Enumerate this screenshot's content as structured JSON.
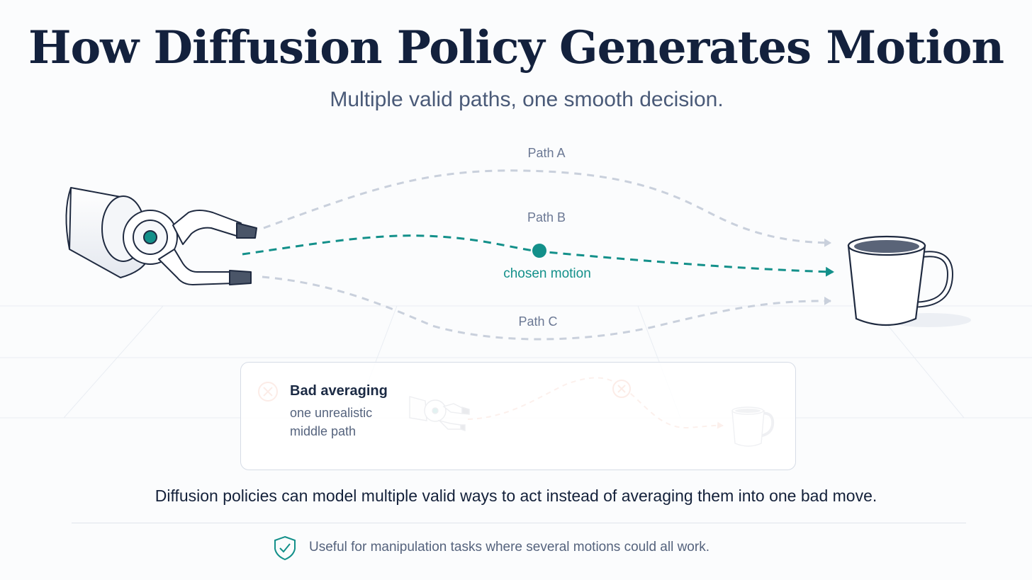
{
  "title": "How Diffusion Policy Generates Motion",
  "subtitle": "Multiple valid paths, one smooth decision.",
  "paths": {
    "a_label": "Path A",
    "b_label": "Path B",
    "c_label": "Path C",
    "chosen_label": "chosen motion"
  },
  "colors": {
    "title": "#13213d",
    "chosen": "#13908a",
    "alt_path": "#c9d0dc",
    "bad": "#ec7f5e"
  },
  "bad_averaging": {
    "title": "Bad averaging",
    "desc_line1": "one unrealistic",
    "desc_line2": "middle path",
    "icon": "x-circle-icon"
  },
  "statement": "Diffusion policies can model multiple valid ways to act instead of averaging them into one bad move.",
  "footnote": {
    "icon": "shield-check-icon",
    "text": "Useful for manipulation tasks where several motions could all work."
  }
}
